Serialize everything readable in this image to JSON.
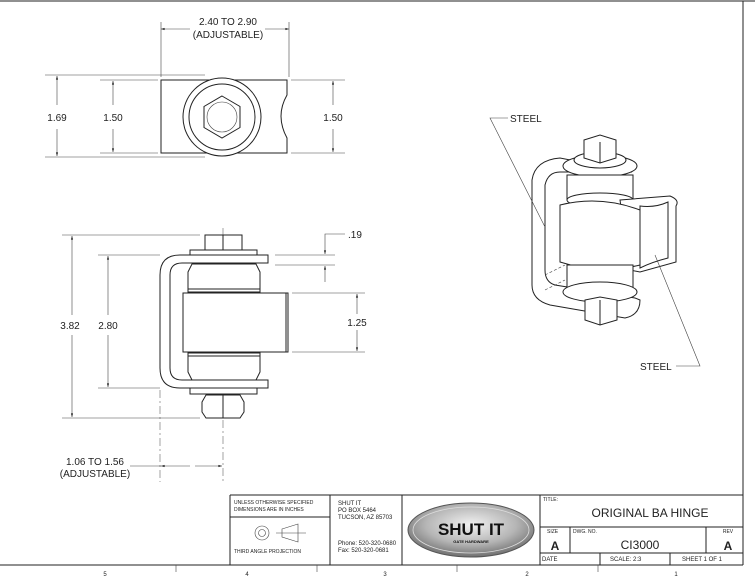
{
  "drawing": {
    "top_view": {
      "width_dim": "2.40 TO 2.90",
      "width_note": "(ADJUSTABLE)",
      "overall_height": "1.69",
      "body_height_left": "1.50",
      "body_height_right": "1.50"
    },
    "front_view": {
      "overall_height": "3.82",
      "bracket_height": "2.80",
      "plate_thickness": ".19",
      "barrel_height": "1.25",
      "offset_dim": "1.06 TO 1.56",
      "offset_note": "(ADJUSTABLE)"
    },
    "iso_view": {
      "label_bracket": "STEEL",
      "label_leaf": "STEEL"
    }
  },
  "title_block": {
    "tolerance_note_1": "UNLESS OTHERWISE SPECIFIED",
    "tolerance_note_2": "DIMENSIONS ARE IN INCHES",
    "projection": "THIRD ANGLE PROJECTION",
    "company": "SHUT IT",
    "address_1": "PO BOX 5464",
    "address_2": "TUCSON, AZ 85703",
    "phone": "Phone: 520-320-0680",
    "fax": "Fax:     520-320-0681",
    "logo_text": "SHUT IT",
    "logo_subtext": "GATE HARDWARE",
    "title_label": "TITLE:",
    "title": "ORIGINAL BA HINGE",
    "size_label": "SIZE",
    "size": "A",
    "dwg_no_label": "DWG. NO.",
    "dwg_no": "CI3000",
    "rev_label": "REV",
    "rev": "A",
    "date_label": "DATE",
    "scale": "SCALE: 2:3",
    "sheet": "SHEET 1 OF 1"
  },
  "zone_numbers": [
    "5",
    "4",
    "3",
    "2",
    "1"
  ],
  "colors": {
    "line": "#222222",
    "logo_gray": "#9a9a9a"
  }
}
